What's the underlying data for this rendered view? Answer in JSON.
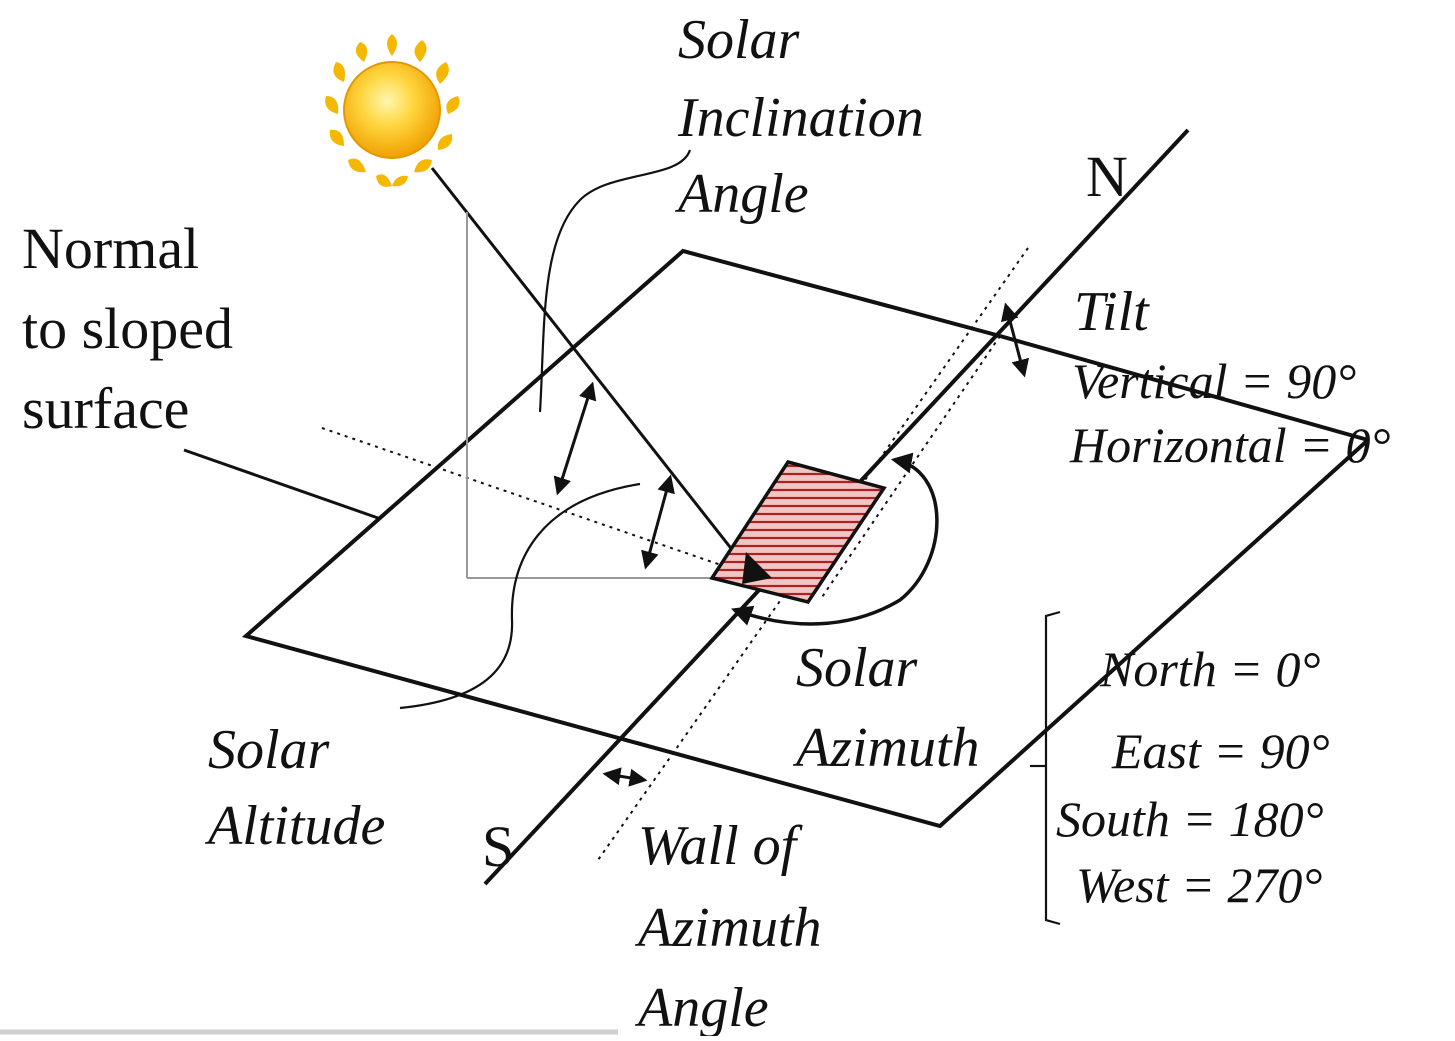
{
  "labels": {
    "solar_inclination": [
      "Solar",
      "Inclination",
      "Angle"
    ],
    "normal": [
      "Normal",
      "to sloped",
      "surface"
    ],
    "north": "N",
    "south": "S",
    "tilt": "Tilt",
    "tilt_vertical": "Vertical = 90°",
    "tilt_horizontal": "Horizontal = 0°",
    "solar_azimuth": [
      "Solar",
      "Azimuth"
    ],
    "solar_altitude": [
      "Solar",
      "Altitude"
    ],
    "wall_azimuth": [
      "Wall of",
      "Azimuth",
      "Angle"
    ],
    "azimuth_values": [
      "North = 0°",
      "East = 90°",
      "South = 180°",
      "West = 270°"
    ]
  },
  "colors": {
    "line": "#111111",
    "panel_fill": "#e8a0a0",
    "panel_hatch": "#b02020",
    "sun_outer": "#f5b800",
    "sun_inner": "#ffd640",
    "guide": "#9a9a9a"
  },
  "icons": {
    "sun": "sun-icon"
  }
}
